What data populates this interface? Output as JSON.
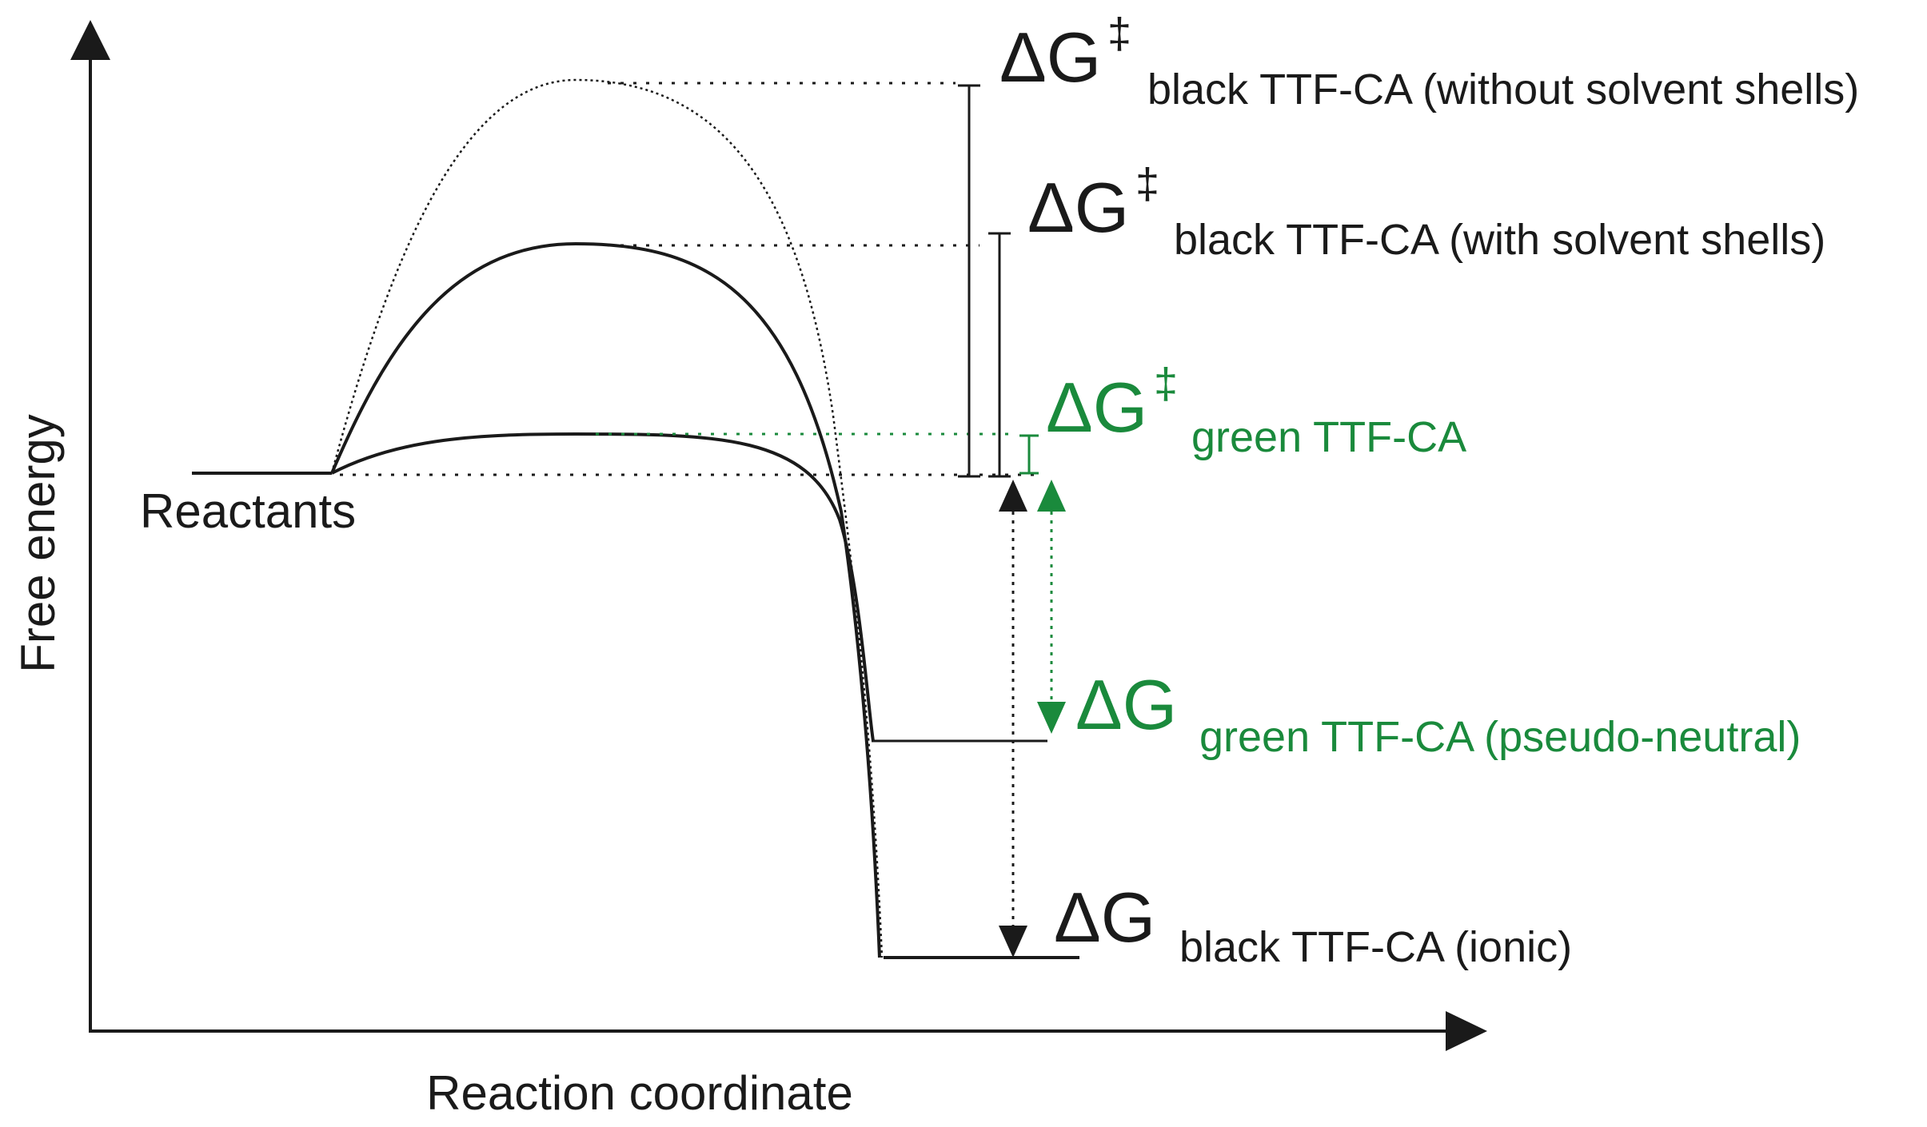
{
  "axes": {
    "y_label": "Free energy",
    "x_label": "Reaction coordinate"
  },
  "levels": {
    "reactants_label": "Reactants"
  },
  "annotations": [
    {
      "main": "ΔG",
      "sup": "‡",
      "sub": "black TTF-CA (without solvent shells)"
    },
    {
      "main": "ΔG",
      "sup": "‡",
      "sub": "black TTF-CA (with solvent shells)"
    },
    {
      "main": "ΔG",
      "sup": "‡",
      "sub": "green TTF-CA"
    },
    {
      "main": "ΔG",
      "sup": "",
      "sub": "green TTF-CA (pseudo-neutral)"
    },
    {
      "main": "ΔG",
      "sup": "",
      "sub": "black TTF-CA (ionic)"
    }
  ],
  "colors": {
    "black": "#1a1a1a",
    "green": "#1a8a3c"
  }
}
